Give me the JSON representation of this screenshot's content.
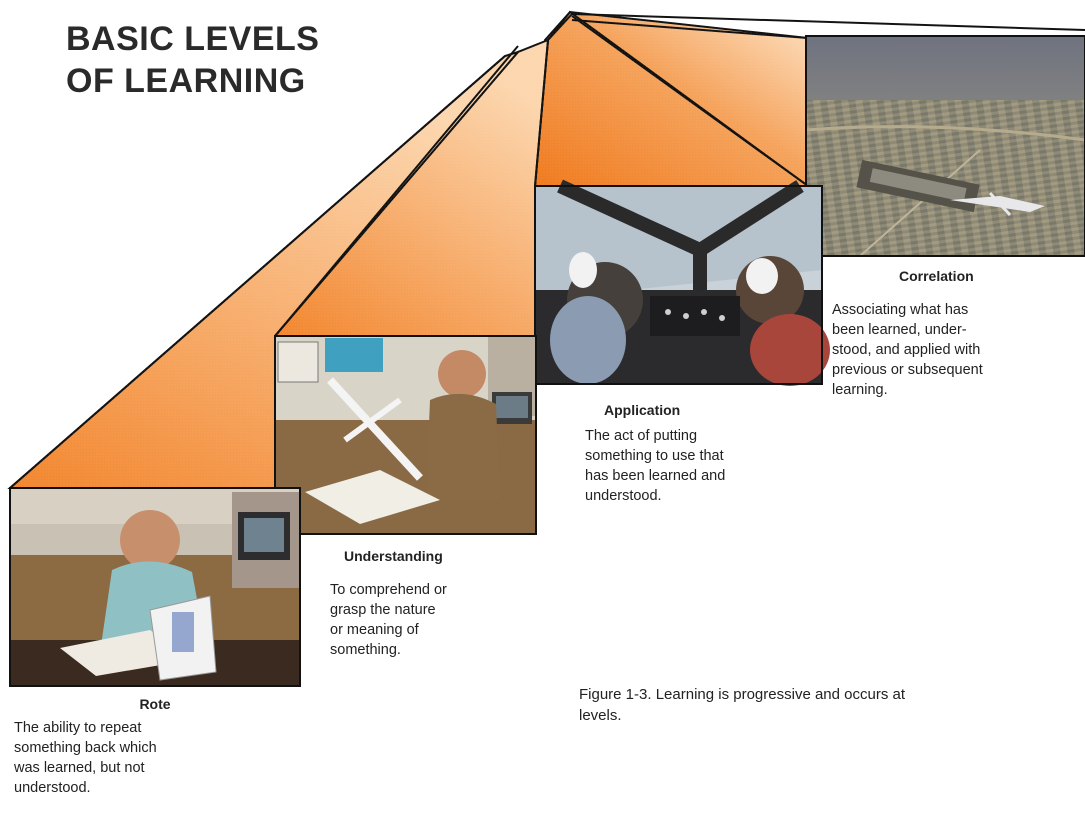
{
  "title": {
    "line1": "BASIC LEVELS",
    "line2": "OF LEARNING"
  },
  "levels": [
    {
      "name": "Rote",
      "description": "The ability to repeat\nsomething back which\nwas learned, but not\nunderstood."
    },
    {
      "name": "Understanding",
      "description": "To comprehend or\ngrasp the nature\nor meaning of\nsomething."
    },
    {
      "name": "Application",
      "description": "The act of putting\nsomething to use that\nhas been learned and\nunderstood."
    },
    {
      "name": "Correlation",
      "description": "Associating what has\nbeen learned, under-\nstood, and applied with\nprevious or subsequent\nlearning."
    }
  ],
  "caption": "Figure 1-3. Learning is progressive and occurs at\nlevels.",
  "colors": {
    "wedge_light": "#fde2c4",
    "wedge_dark": "#f07a1e",
    "outline": "#111111"
  }
}
